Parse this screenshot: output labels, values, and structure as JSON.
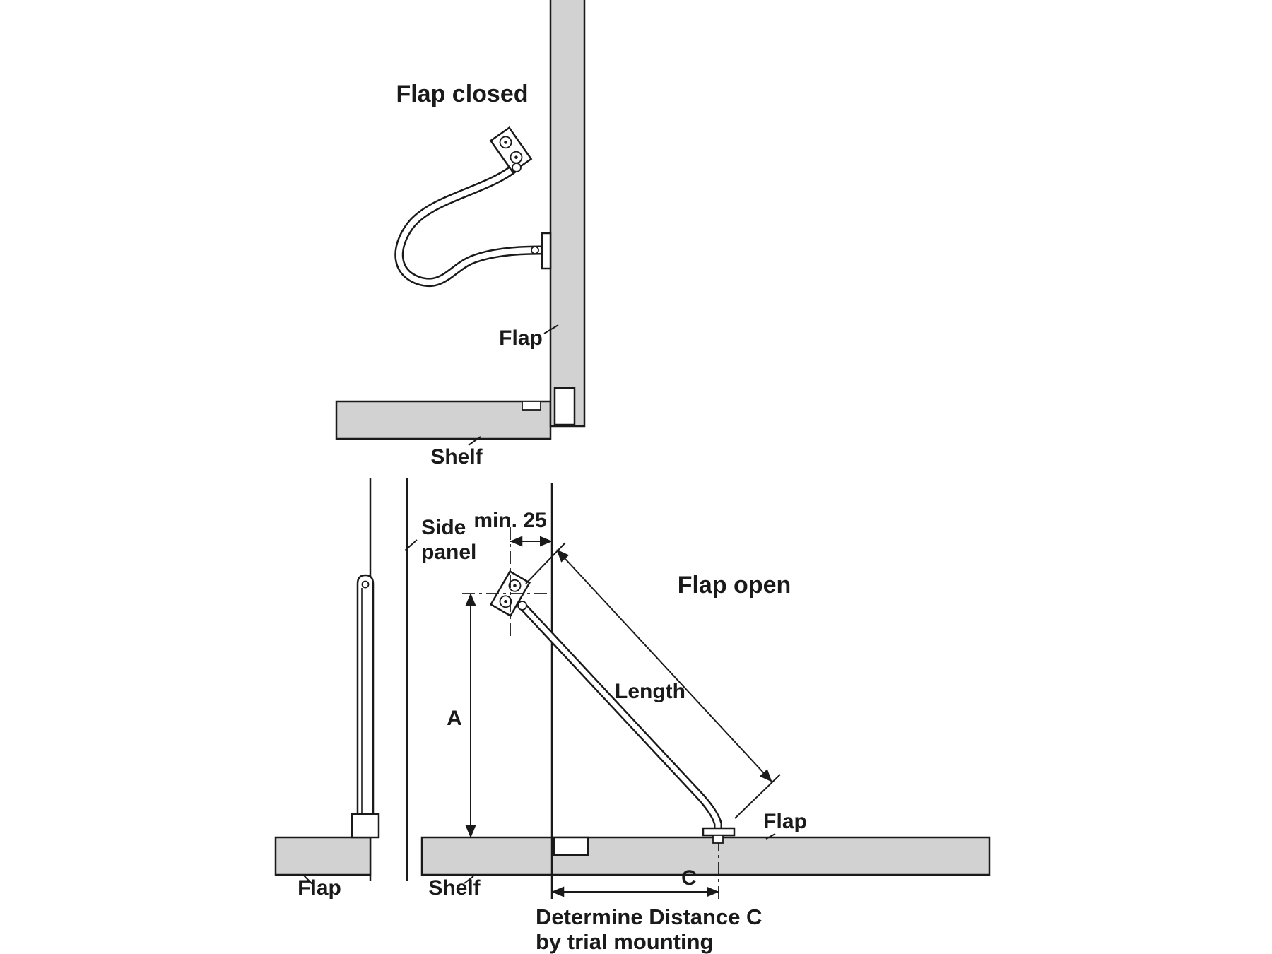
{
  "colors": {
    "panel_fill": "#d2d2d2",
    "line": "#1a1a1a",
    "background": "#ffffff"
  },
  "top_view": {
    "title": "Flap closed",
    "flap_label": "Flap",
    "shelf_label": "Shelf"
  },
  "bottom_view": {
    "title": "Flap open",
    "side_panel_line1": "Side",
    "side_panel_line2": "panel",
    "min_distance": "min. 25",
    "length_label": "Length",
    "dim_a": "A",
    "dim_c": "C",
    "flap_front_label": "Flap",
    "shelf_label": "Shelf",
    "flap_side_label": "Flap",
    "note_line1": "Determine Distance C",
    "note_line2": "by trial mounting"
  }
}
